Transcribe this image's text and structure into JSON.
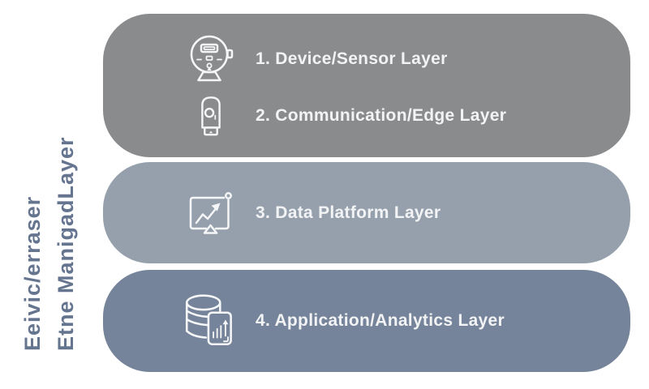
{
  "canvas": {
    "background": "#ffffff"
  },
  "side_label": {
    "line1": "Eeivic/erraser",
    "line2": "Etne ManigadLayer",
    "color": "#66758f"
  },
  "label_text_color": "#f2f3f4",
  "bands": [
    {
      "name": "device-and-communication-band",
      "color": "#8a8b8c",
      "rows": [
        {
          "label": "1. Device/Sensor Layer",
          "icon": "smart-meter-icon"
        },
        {
          "label": "2. Communication/Edge Layer",
          "icon": "sensor-device-icon"
        }
      ]
    },
    {
      "name": "data-platform-band",
      "color": "#96a0ad",
      "rows": [
        {
          "label": "3. Data Platform Layer",
          "icon": "chart-board-icon"
        }
      ]
    },
    {
      "name": "application-analytics-band",
      "color": "#75849a",
      "rows": [
        {
          "label": "4. Application/Analytics Layer",
          "icon": "database-report-icon"
        }
      ]
    }
  ]
}
